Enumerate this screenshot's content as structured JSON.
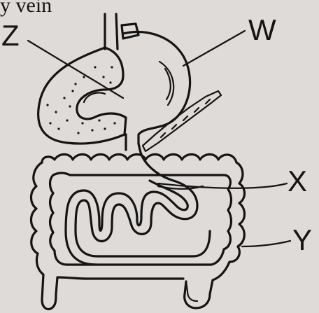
{
  "caption": "y vein",
  "labels": {
    "z": "Z",
    "w": "W",
    "x": "X",
    "y": "Y"
  }
}
